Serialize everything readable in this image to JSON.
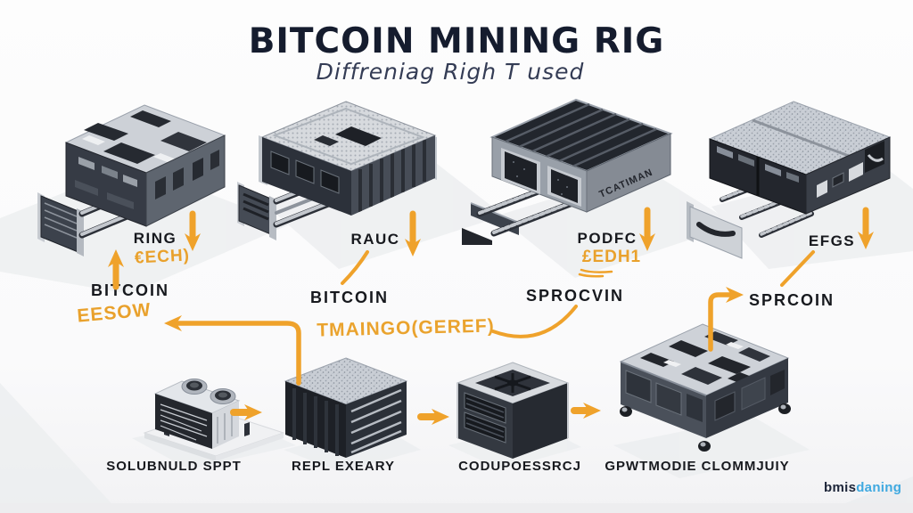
{
  "title": "BITCOIN MINING RIG",
  "subtitle": "Diffreniag  Righ T used",
  "colors": {
    "accent_orange": "#EFA22B",
    "title_navy": "#151C2E",
    "label_black": "#17191E",
    "logo_dark": "#1C2438",
    "logo_blue": "#3FA9E0",
    "machine_dark": "#23262D",
    "machine_light": "#CDD1D7"
  },
  "top_row": [
    {
      "illustration": "asic-circuit-rig",
      "label": "RING",
      "sublabel": "€ECH)",
      "caption": "BITCOIN",
      "caption_sub": "EESOW",
      "side_text": ""
    },
    {
      "illustration": "mesh-top-rig",
      "label": "RAUC",
      "sublabel": "",
      "caption": "BITCOIN",
      "caption_sub": "",
      "side_text": ""
    },
    {
      "illustration": "finned-miner-rig",
      "label": "PODFC",
      "sublabel": "£EDH1",
      "caption": "SPROCVIN",
      "caption_sub": "",
      "side_text": "TCATIMAN"
    },
    {
      "illustration": "dual-module-rig",
      "label": "EFGS",
      "sublabel": "",
      "caption": "SPRCOIN",
      "caption_sub": "",
      "side_text": ""
    }
  ],
  "middle_note": "TMAINGO(GEREF)",
  "bottom_row": [
    {
      "illustration": "psu-unit",
      "label": "SOLUBNULD SPPT"
    },
    {
      "illustration": "heatsink-cube",
      "label": "REPL EXEARY"
    },
    {
      "illustration": "fan-cube",
      "label": "CODUPOESSRCJ"
    },
    {
      "illustration": "server-box",
      "label": "GPWTMODIE CLOMMJUIY"
    }
  ],
  "logo": {
    "prefix": "bmis",
    "suffix": "daning"
  }
}
